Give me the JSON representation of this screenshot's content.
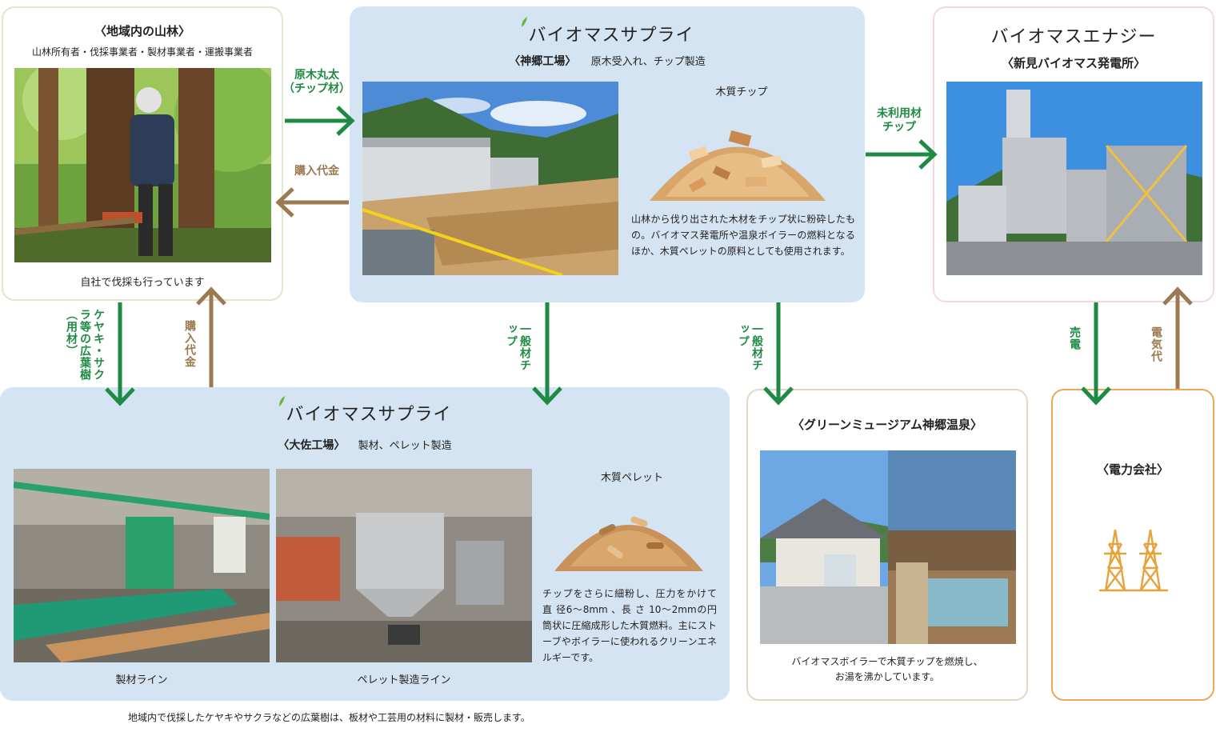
{
  "forest": {
    "title": "〈地域内の山林〉",
    "subtitle": "山林所有者・伐採事業者・製材事業者・運搬事業者",
    "caption": "自社で伐採も行っています"
  },
  "supply_top": {
    "brand": "バイオマスサプライ",
    "factory": "〈神郷工場〉",
    "role": "原木受入れ、チップ製造",
    "chip_title": "木質チップ",
    "chip_desc": "山林から伐り出された木材をチップ状に粉砕したもの。バイオマス発電所や温泉ボイラーの燃料となるほか、木質ペレットの原料としても使用されます。"
  },
  "energy": {
    "brand": "バイオマスエナジー",
    "plant": "〈新見バイオマス発電所〉"
  },
  "supply_bottom": {
    "brand": "バイオマスサプライ",
    "factory": "〈大佐工場〉",
    "role": "製材、ペレット製造",
    "pellet_title": "木質ペレット",
    "pellet_desc": "チップをさらに細粉し、圧力をかけて 直 径6〜8mm 、長 さ 10〜2mmの円筒状に圧縮成形した木質燃料。主にストーブやボイラーに使われるクリーンエネルギーです。",
    "caption_left": "製材ライン",
    "caption_right": "ペレット製造ライン"
  },
  "onsen": {
    "title": "〈グリーンミュージアム神郷温泉〉",
    "desc_line1": "バイオマスボイラーで木質チップを燃焼し、",
    "desc_line2": "お湯を沸かしています。"
  },
  "power": {
    "title": "〈電力会社〉",
    "icon": "power-tower-icon"
  },
  "arrows": {
    "logs_line1": "原木丸太",
    "logs_line2": "（チップ材）",
    "purchase_top": "購入代金",
    "unused_line1": "未利用材",
    "unused_line2": "チップ",
    "hardwood": "ケヤキ・サクラ等の広葉樹（用材）",
    "purchase_left": "購入代金",
    "general_chip_1": "一般材チップ",
    "general_chip_2": "一般材チップ",
    "sale": "売電",
    "electricity_fee": "電気代"
  },
  "footnote": "地域内で伐採したケヤキやサクラなどの広葉樹は、板材や工芸用の材料に製材・販売します。",
  "colors": {
    "green_arrow": "#1f8a43",
    "brown_arrow": "#9b7a52",
    "blue_panel": "#d5e4f2",
    "forest_border": "#dfe7cf",
    "energy_border": "#f3d9df",
    "onsen_border": "#e6d6c4",
    "power_border": "#e8a95a",
    "tower_color": "#e8a23c"
  }
}
